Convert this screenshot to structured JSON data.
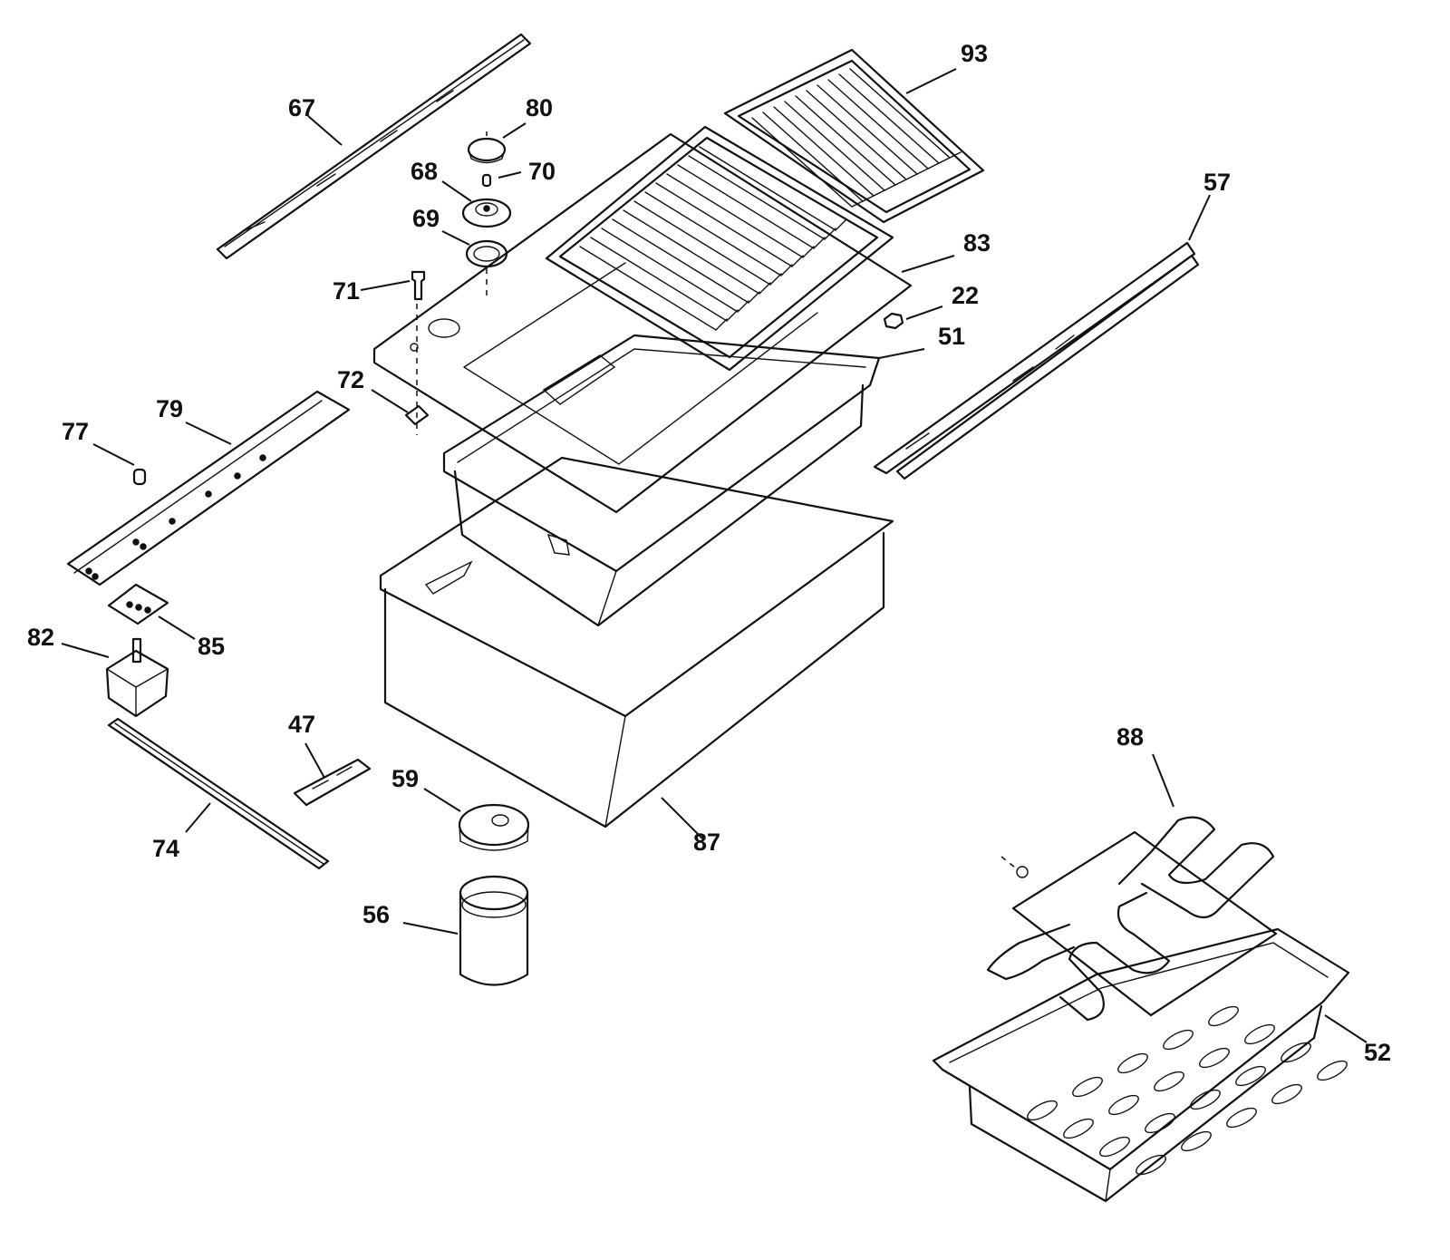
{
  "callouts": {
    "c93": "93",
    "c67": "67",
    "c80": "80",
    "c68": "68",
    "c70": "70",
    "c69": "69",
    "c57": "57",
    "c71": "71",
    "c83": "83",
    "c22": "22",
    "c51": "51",
    "c72": "72",
    "c79": "79",
    "c77": "77",
    "c82": "82",
    "c85": "85",
    "c47": "47",
    "c59": "59",
    "c88": "88",
    "c87": "87",
    "c74": "74",
    "c56": "56",
    "c52": "52"
  },
  "colors": {
    "line": "#111111",
    "background": "#ffffff"
  }
}
